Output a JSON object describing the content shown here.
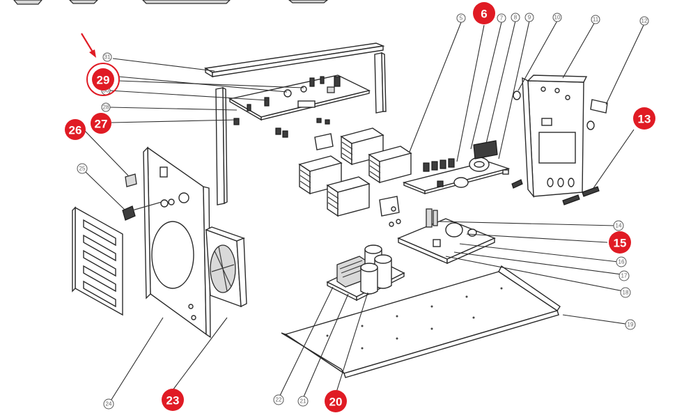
{
  "callouts_highlighted": [
    {
      "id": "c6",
      "label": "6"
    },
    {
      "id": "c13",
      "label": "13"
    },
    {
      "id": "c15",
      "label": "15"
    },
    {
      "id": "c20",
      "label": "20"
    },
    {
      "id": "c23",
      "label": "23"
    },
    {
      "id": "c26",
      "label": "26"
    },
    {
      "id": "c27",
      "label": "27"
    },
    {
      "id": "c29",
      "label": "29"
    }
  ],
  "callouts_minor": [
    {
      "id": "m5",
      "label": "5"
    },
    {
      "id": "m7",
      "label": "7"
    },
    {
      "id": "m8",
      "label": "8"
    },
    {
      "id": "m9",
      "label": "9"
    },
    {
      "id": "m10",
      "label": "10"
    },
    {
      "id": "m11",
      "label": "11"
    },
    {
      "id": "m12",
      "label": "12"
    },
    {
      "id": "m14",
      "label": "14"
    },
    {
      "id": "m16",
      "label": "16"
    },
    {
      "id": "m17",
      "label": "17"
    },
    {
      "id": "m18",
      "label": "18"
    },
    {
      "id": "m19",
      "label": "19"
    },
    {
      "id": "m21",
      "label": "21"
    },
    {
      "id": "m22",
      "label": "22"
    },
    {
      "id": "m24",
      "label": "24"
    },
    {
      "id": "m25",
      "label": "25"
    },
    {
      "id": "m28",
      "label": "28"
    },
    {
      "id": "m30",
      "label": "30"
    },
    {
      "id": "m31",
      "label": "31"
    }
  ],
  "colors": {
    "highlight": "#e01b24",
    "line": "#2d2d2d",
    "minor_text": "#666666"
  }
}
